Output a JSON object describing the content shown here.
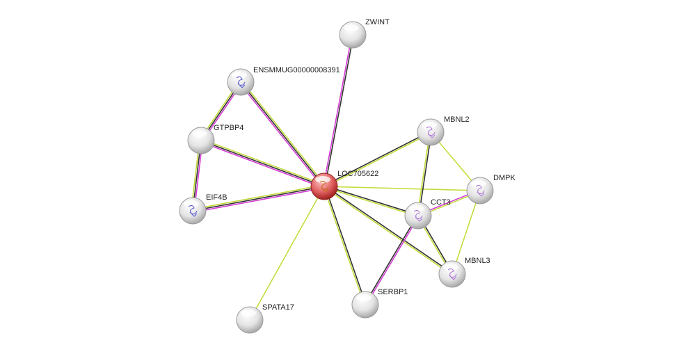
{
  "network": {
    "colors": {
      "experiments": "#d43cd4",
      "coexpression": "#333333",
      "textmining": "#c4dc3c",
      "query_node": "#e05a5a",
      "node": "#e8e8e8"
    },
    "nodes": [
      {
        "id": "LOC705622",
        "query": true,
        "structure": true
      },
      {
        "id": "ZWINT",
        "structure": false
      },
      {
        "id": "ENSMMUG00000008391",
        "structure": true
      },
      {
        "id": "GTPBP4",
        "structure": false
      },
      {
        "id": "EIF4B",
        "structure": true
      },
      {
        "id": "MBNL2",
        "structure": true
      },
      {
        "id": "DMPK",
        "structure": true
      },
      {
        "id": "CCT3",
        "structure": true
      },
      {
        "id": "MBNL3",
        "structure": true
      },
      {
        "id": "SERBP1",
        "structure": false
      },
      {
        "id": "SPATA17",
        "structure": false
      }
    ],
    "edges": [
      {
        "a": "LOC705622",
        "b": "ZWINT",
        "types": [
          "experiments",
          "coexpression"
        ]
      },
      {
        "a": "LOC705622",
        "b": "ENSMMUG00000008391",
        "types": [
          "experiments",
          "coexpression",
          "textmining"
        ]
      },
      {
        "a": "LOC705622",
        "b": "GTPBP4",
        "types": [
          "experiments",
          "coexpression",
          "textmining"
        ]
      },
      {
        "a": "LOC705622",
        "b": "EIF4B",
        "types": [
          "experiments",
          "coexpression",
          "textmining"
        ]
      },
      {
        "a": "LOC705622",
        "b": "SPATA17",
        "types": [
          "textmining"
        ]
      },
      {
        "a": "LOC705622",
        "b": "SERBP1",
        "types": [
          "coexpression",
          "textmining"
        ]
      },
      {
        "a": "LOC705622",
        "b": "MBNL2",
        "types": [
          "coexpression",
          "textmining"
        ]
      },
      {
        "a": "LOC705622",
        "b": "DMPK",
        "types": [
          "textmining"
        ]
      },
      {
        "a": "LOC705622",
        "b": "CCT3",
        "types": [
          "coexpression",
          "textmining"
        ]
      },
      {
        "a": "LOC705622",
        "b": "MBNL3",
        "types": [
          "coexpression",
          "textmining"
        ]
      },
      {
        "a": "ENSMMUG00000008391",
        "b": "GTPBP4",
        "types": [
          "experiments",
          "coexpression",
          "textmining"
        ]
      },
      {
        "a": "GTPBP4",
        "b": "EIF4B",
        "types": [
          "experiments",
          "coexpression",
          "textmining"
        ]
      },
      {
        "a": "MBNL2",
        "b": "CCT3",
        "types": [
          "coexpression",
          "textmining"
        ]
      },
      {
        "a": "MBNL2",
        "b": "DMPK",
        "types": [
          "textmining"
        ]
      },
      {
        "a": "CCT3",
        "b": "DMPK",
        "types": [
          "experiments",
          "textmining"
        ]
      },
      {
        "a": "CCT3",
        "b": "MBNL3",
        "types": [
          "coexpression",
          "textmining"
        ]
      },
      {
        "a": "DMPK",
        "b": "MBNL3",
        "types": [
          "textmining"
        ]
      },
      {
        "a": "CCT3",
        "b": "SERBP1",
        "types": [
          "experiments",
          "coexpression"
        ]
      }
    ]
  }
}
